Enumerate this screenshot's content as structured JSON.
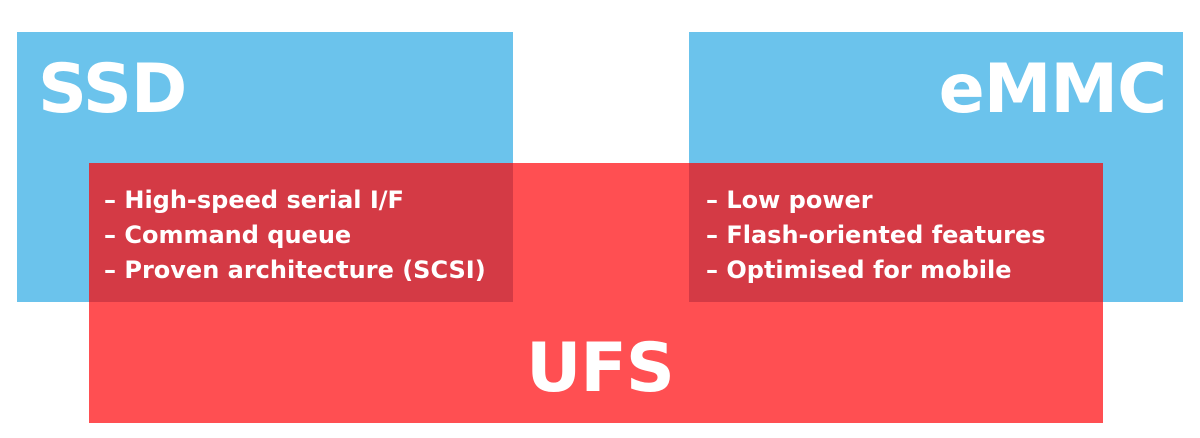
{
  "colors": {
    "blue": "#6bc3ec",
    "red": "#ff4f52",
    "overlap": "#d43a45",
    "text": "#ffffff"
  },
  "ssd": {
    "title": "SSD",
    "features": [
      "– High-speed serial I/F",
      "– Command queue",
      "– Proven architecture (SCSI)"
    ]
  },
  "emmc": {
    "title": "eMMC",
    "features": [
      "– Low power",
      "– Flash-oriented features",
      "– Optimised for mobile"
    ]
  },
  "ufs": {
    "title": "UFS"
  }
}
